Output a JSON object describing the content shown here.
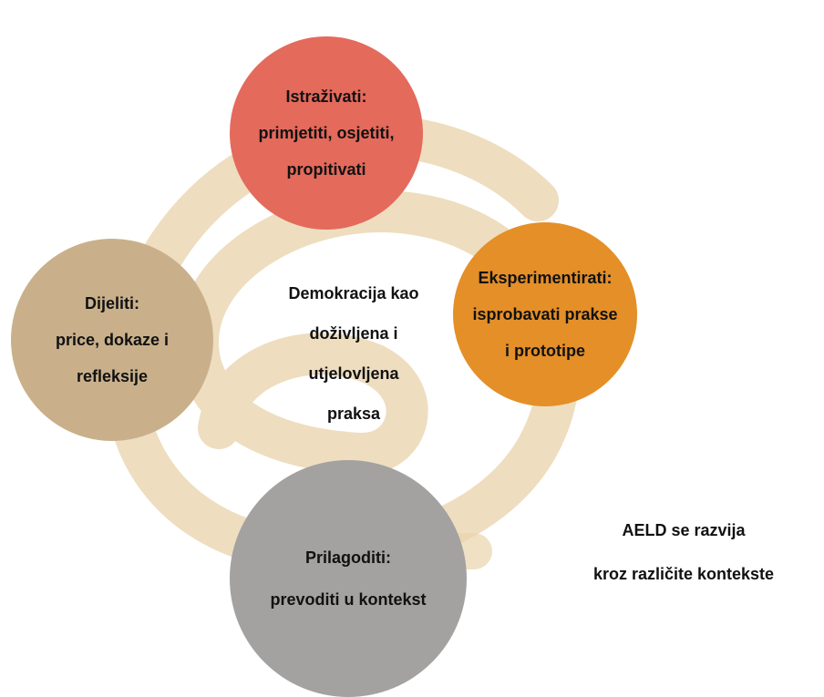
{
  "diagram": {
    "colors": {
      "istrazivati": "#e46a5c",
      "eksperimentirati": "#e48f28",
      "dijeliti": "#c9b08b",
      "prilagoditi": "#a3a2a1",
      "spiral": "#e9d4ad"
    },
    "nodes": {
      "istrazivati": {
        "lines": [
          "Istraživati:",
          "primjetiti, osjetiti,",
          "propitivati"
        ]
      },
      "eksperimentirati": {
        "lines": [
          "Eksperimentirati:",
          "isprobavati prakse",
          "i prototipe"
        ]
      },
      "dijeliti": {
        "lines": [
          "Dijeliti:",
          "price, dokaze i",
          "refleksije"
        ]
      },
      "prilagoditi": {
        "lines": [
          "Prilagoditi:",
          "prevoditi u kontekst"
        ]
      }
    },
    "center": {
      "lines": [
        "Demokracija kao",
        "doživljena i",
        "utjelovljena",
        "praksa"
      ]
    },
    "note": {
      "lines": [
        "AELD se razvija",
        "kroz različite kontekste"
      ]
    }
  }
}
